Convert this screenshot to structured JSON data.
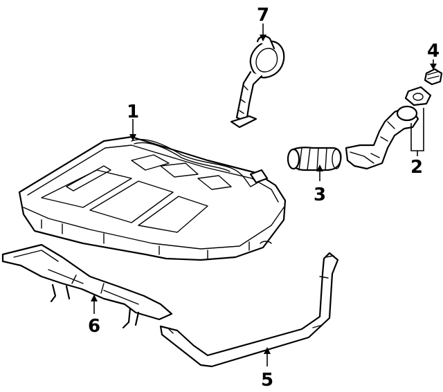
{
  "diagram": {
    "callouts": [
      {
        "id": "1",
        "label": "1",
        "part": "fuel-tank"
      },
      {
        "id": "2",
        "label": "2",
        "part": "filler-neck"
      },
      {
        "id": "3",
        "label": "3",
        "part": "hose"
      },
      {
        "id": "4",
        "label": "4",
        "part": "filler-cap"
      },
      {
        "id": "5",
        "label": "5",
        "part": "tank-strap"
      },
      {
        "id": "6",
        "label": "6",
        "part": "heat-shield"
      },
      {
        "id": "7",
        "label": "7",
        "part": "fuel-pump-sender"
      }
    ]
  }
}
